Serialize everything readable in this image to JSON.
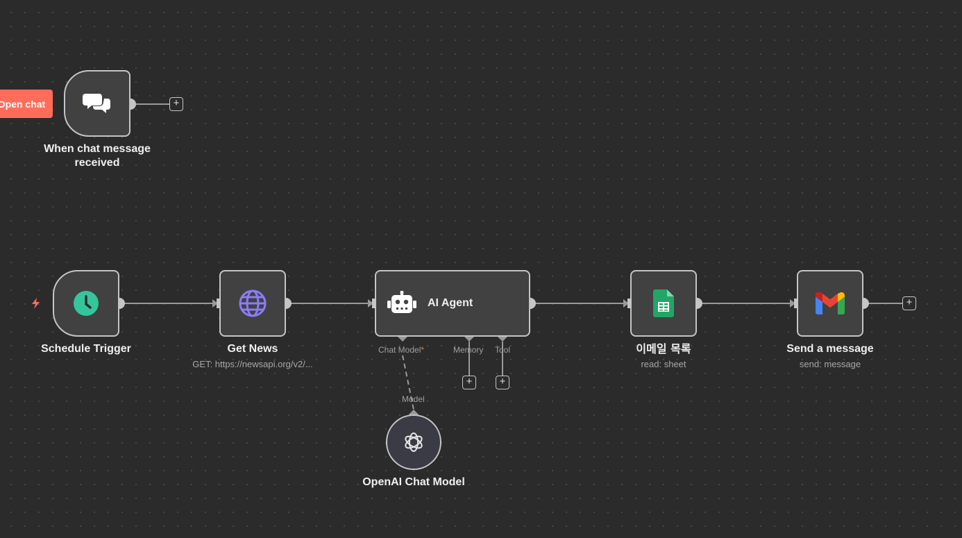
{
  "canvas": {
    "open_chat_button": "Open chat"
  },
  "nodes": {
    "chat_trigger": {
      "title": "When chat message received",
      "title_lines": [
        "When chat message",
        "received"
      ],
      "icon": "chat-bubbles-icon"
    },
    "schedule_trigger": {
      "title": "Schedule Trigger",
      "icon": "clock-icon",
      "icon_color": "#35c59a"
    },
    "get_news": {
      "title": "Get News",
      "subtitle": "GET: https://newsapi.org/v2/...",
      "icon": "globe-icon",
      "icon_color": "#8b7cf6"
    },
    "ai_agent": {
      "title": "AI Agent",
      "icon": "robot-icon",
      "ports": {
        "chat_model": "Chat Model",
        "required_mark": "*",
        "memory": "Memory",
        "tool": "Tool"
      }
    },
    "email_list": {
      "title": "이메일 목록",
      "subtitle": "read: sheet",
      "icon": "google-sheets-icon",
      "icon_color": "#23a566"
    },
    "send_message": {
      "title": "Send a message",
      "subtitle": "send: message",
      "icon": "gmail-icon"
    },
    "openai_model": {
      "title": "OpenAI Chat Model",
      "port_label": "Model",
      "icon": "openai-icon"
    }
  },
  "colors": {
    "canvas_bg": "#2b2b2b",
    "node_bg": "#414141",
    "node_border": "#c5c5c5",
    "accent": "#ff6d5a",
    "edge": "#9a9a9a"
  }
}
